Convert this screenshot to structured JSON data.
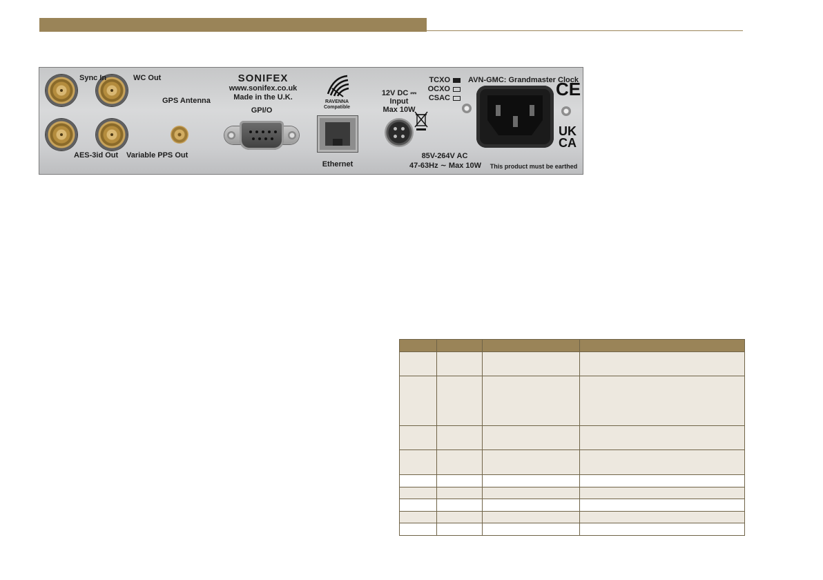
{
  "panel": {
    "labels": {
      "sync_in": "Sync In",
      "wc_out": "WC Out",
      "aes_out": "AES-3id Out",
      "pps_out": "Variable PPS Out",
      "gps": "GPS Antenna",
      "brand": "SONIFEX",
      "website": "www.sonifex.co.uk",
      "made_in": "Made in the U.K.",
      "gpio": "GPI/O",
      "ravenna": "RAVENNA",
      "ravenna_sub": "Compatible",
      "ethernet": "Ethernet",
      "dc_line1": "12V DC ⎓",
      "dc_line2": "Input",
      "dc_line3": "Max 10W",
      "tcxo": "TCXO",
      "ocxo": "OCXO",
      "csac": "CSAC",
      "model": "AVN-GMC: Grandmaster Clock",
      "ac_line1": "85V-264V AC",
      "ac_line2": "47-63Hz ∼ Max 10W",
      "earth_note": "This product must be earthed",
      "ce_mark": "CE",
      "ukca_line1": "UK",
      "ukca_line2": "CA"
    },
    "oscillator_selected": "TCXO"
  },
  "colors": {
    "header": "#9a8458",
    "table_border": "#6f6347",
    "table_alt_row": "#ede8df"
  }
}
